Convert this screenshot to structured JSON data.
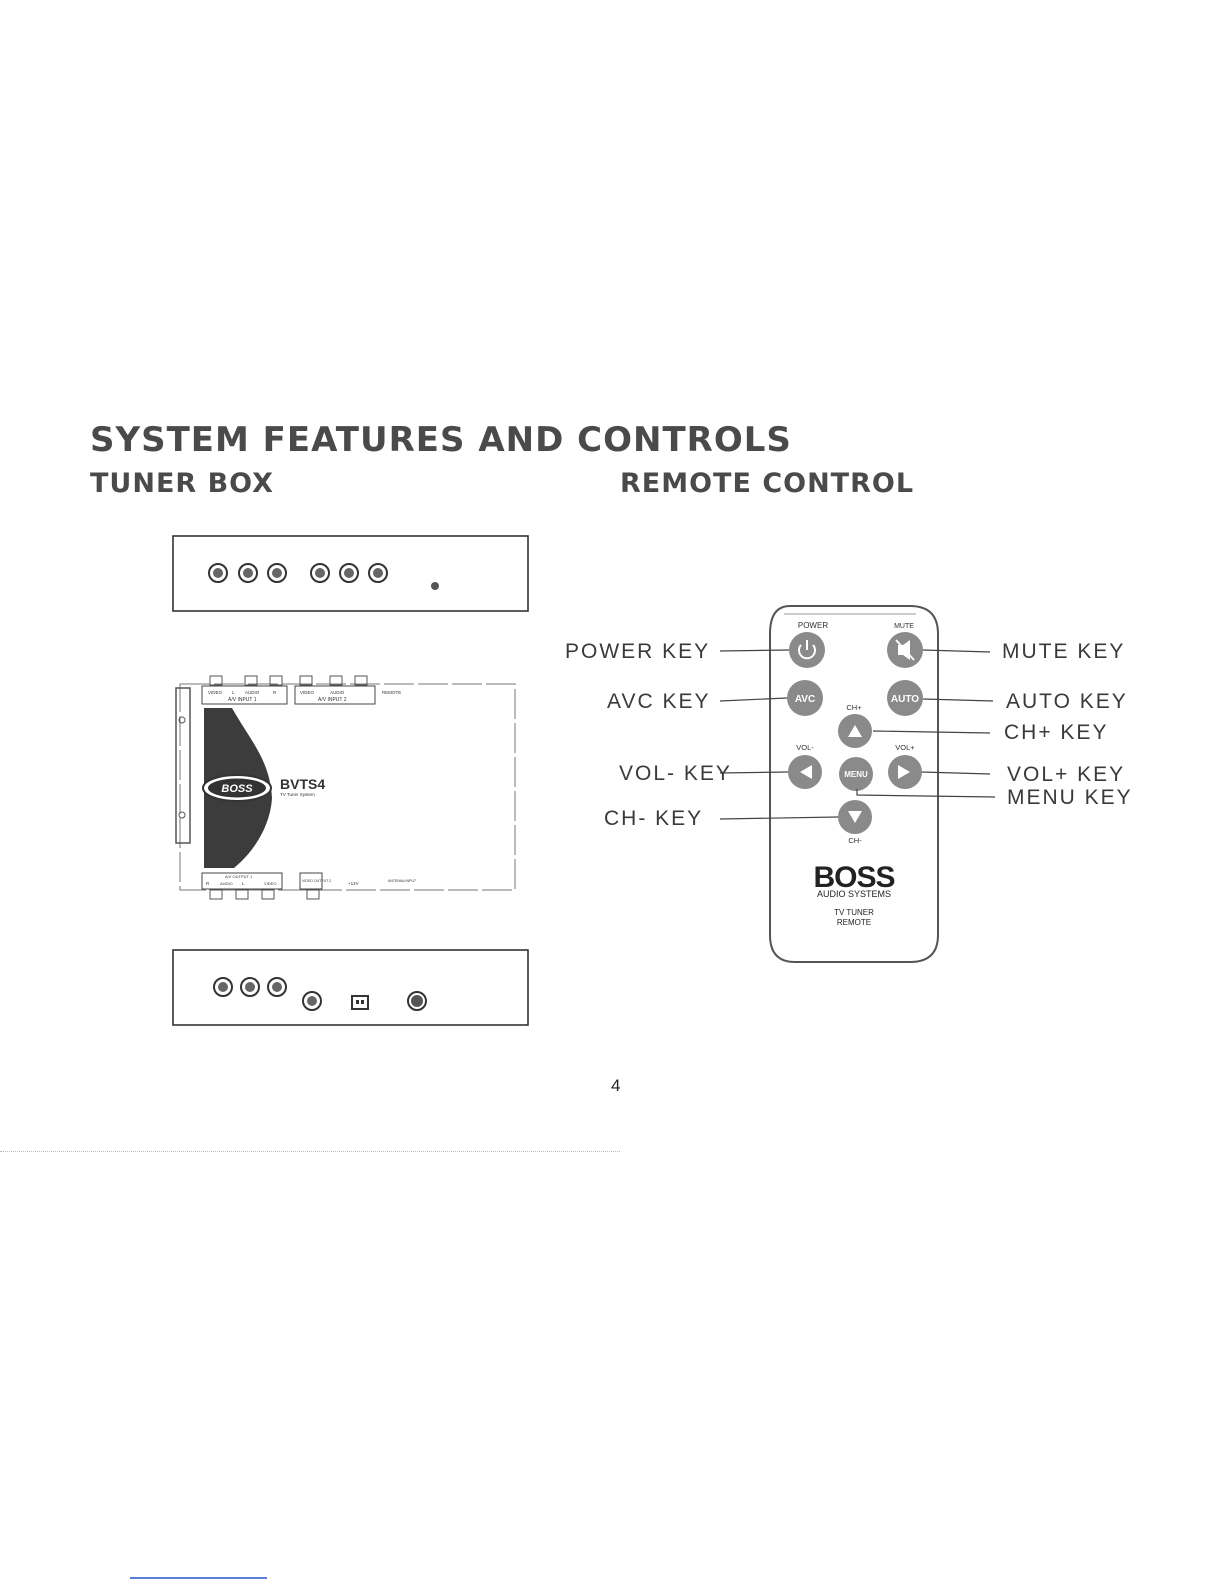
{
  "headings": {
    "main": "SYSTEM FEATURES AND CONTROLS",
    "tuner_box": "TUNER BOX",
    "remote_control": "REMOTE CONTROL"
  },
  "tuner_box": {
    "top_panel": {
      "av_input_1": "A/V INPUT 1",
      "av_input_2": "A/V INPUT 2",
      "video": "VIDEO",
      "audio": "AUDIO",
      "left": "L",
      "right": "R",
      "remote": "REMOTE"
    },
    "brand_logo": "BOSS",
    "model": "BVTS4",
    "model_subtitle": "TV Tuner System",
    "bottom_panel": {
      "av_output_1": "A/V OUTPUT 1",
      "right": "R",
      "audio": "AUDIO",
      "left": "L",
      "video": "VIDEO",
      "video_output_2": "VIDEO OUTPUT 2",
      "power": "+12V",
      "antenna_input": "ANTENNA INPUT"
    }
  },
  "remote": {
    "power_label": "POWER",
    "mute_label": "MUTE",
    "avc_button": "AVC",
    "auto_button": "AUTO",
    "ch_up_label": "CH+",
    "vol_down_label": "VOL-",
    "vol_up_label": "VOL+",
    "menu_button": "MENU",
    "ch_down_label": "CH-",
    "brand": "BOSS",
    "brand_sub": "AUDIO SYSTEMS",
    "caption_line1": "TV TUNER",
    "caption_line2": "REMOTE"
  },
  "key_labels": {
    "power": "POWER KEY",
    "avc": "AVC KEY",
    "vol_down": "VOL- KEY",
    "ch_down": "CH- KEY",
    "mute": "MUTE KEY",
    "auto": "AUTO KEY",
    "ch_up": "CH+ KEY",
    "vol_up": "VOL+ KEY",
    "menu": "MENU KEY"
  },
  "page_number": "4",
  "colors": {
    "text": "#2a2a2a",
    "heading": "#4a4a4a",
    "button": "#8a8a8a",
    "link_underline": "#5b7ed6"
  }
}
